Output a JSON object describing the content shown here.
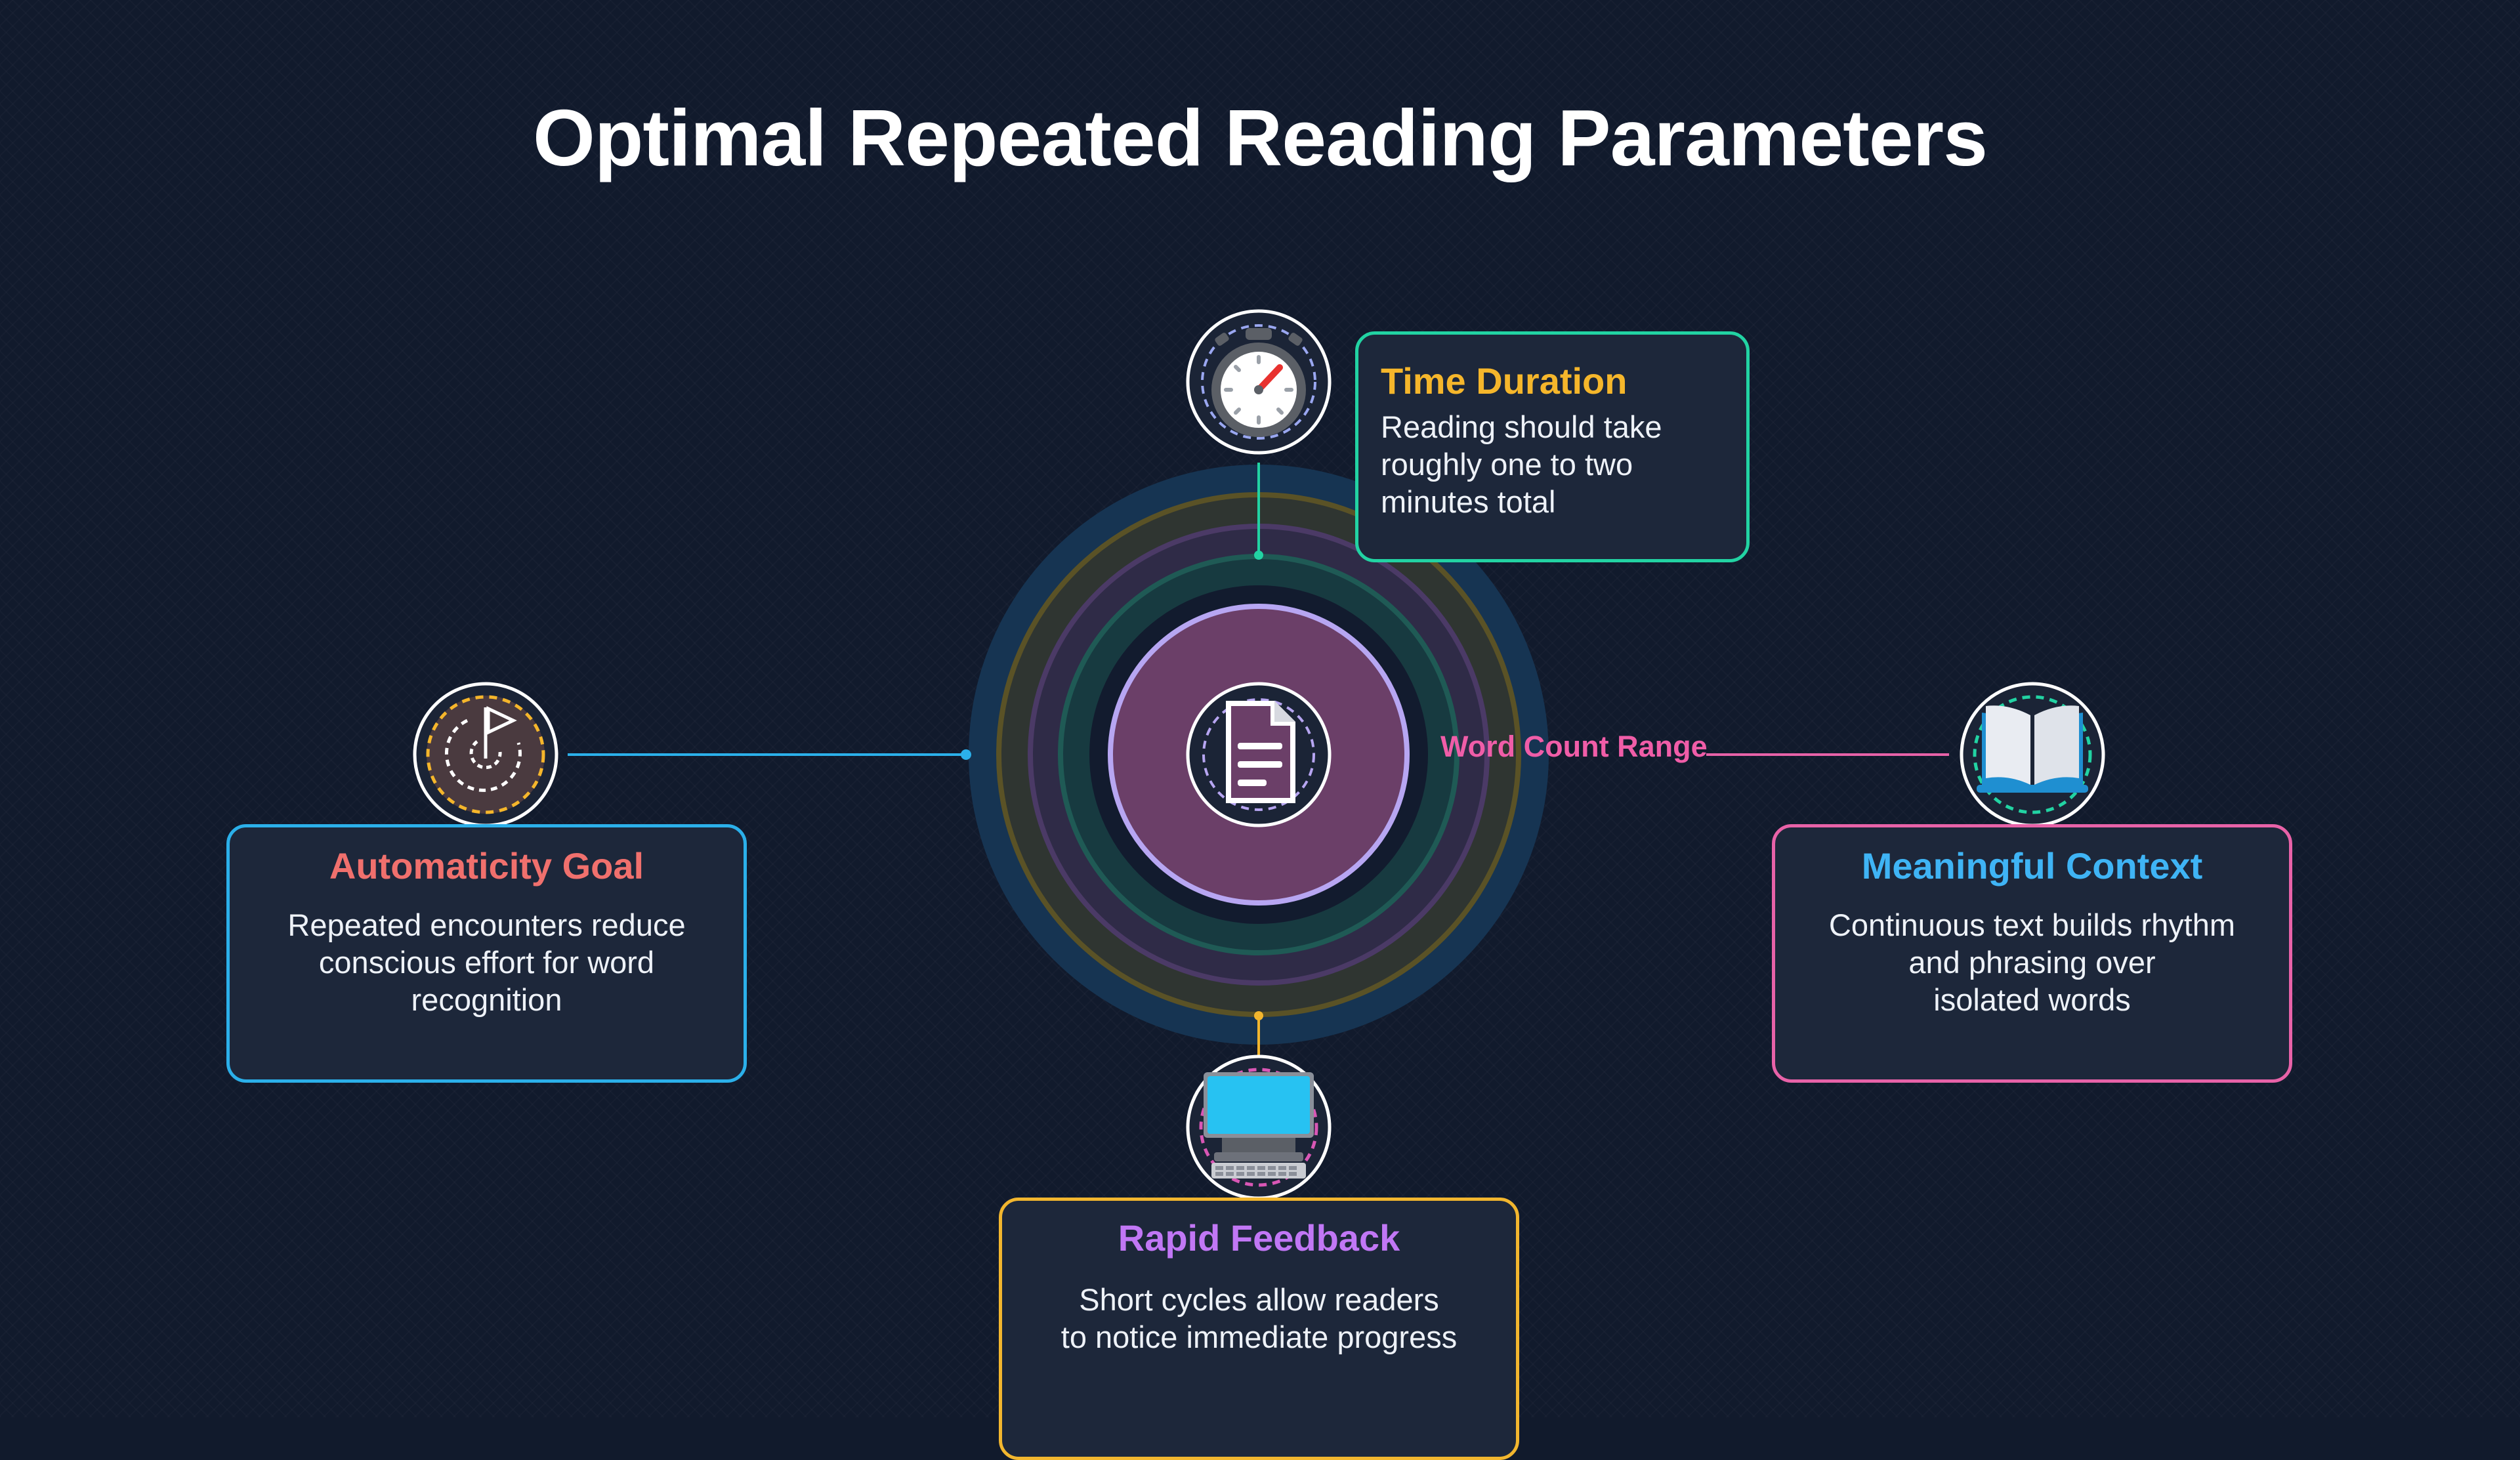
{
  "title": "Optimal Repeated Reading Parameters",
  "center": {
    "icon": "document-icon",
    "label": "Word Count Range"
  },
  "nodes": {
    "time": {
      "title": "Time Duration",
      "body": "Reading should take\nroughly one to two\nminutes total",
      "icon": "stopwatch-icon"
    },
    "automaticity": {
      "title": "Automaticity Goal",
      "body": "Repeated encounters reduce\nconscious effort for word\nrecognition",
      "icon": "progress-flag-icon"
    },
    "context": {
      "title": "Meaningful Context",
      "body": "Continuous text builds rhythm\nand phrasing over\nisolated words",
      "icon": "open-book-icon"
    },
    "feedback": {
      "title": "Rapid Feedback",
      "body": "Short cycles allow readers\nto notice immediate progress",
      "icon": "computer-icon"
    }
  },
  "colors": {
    "background": "#111a2c",
    "teal": "#22d3a3",
    "amber": "#f5b62b",
    "blue": "#2bb0ea",
    "pink": "#e862a8",
    "purple": "#c177f5",
    "coral": "#f0706d",
    "center_fill": "#6b3f68",
    "center_ring": "#b7a6f2"
  }
}
